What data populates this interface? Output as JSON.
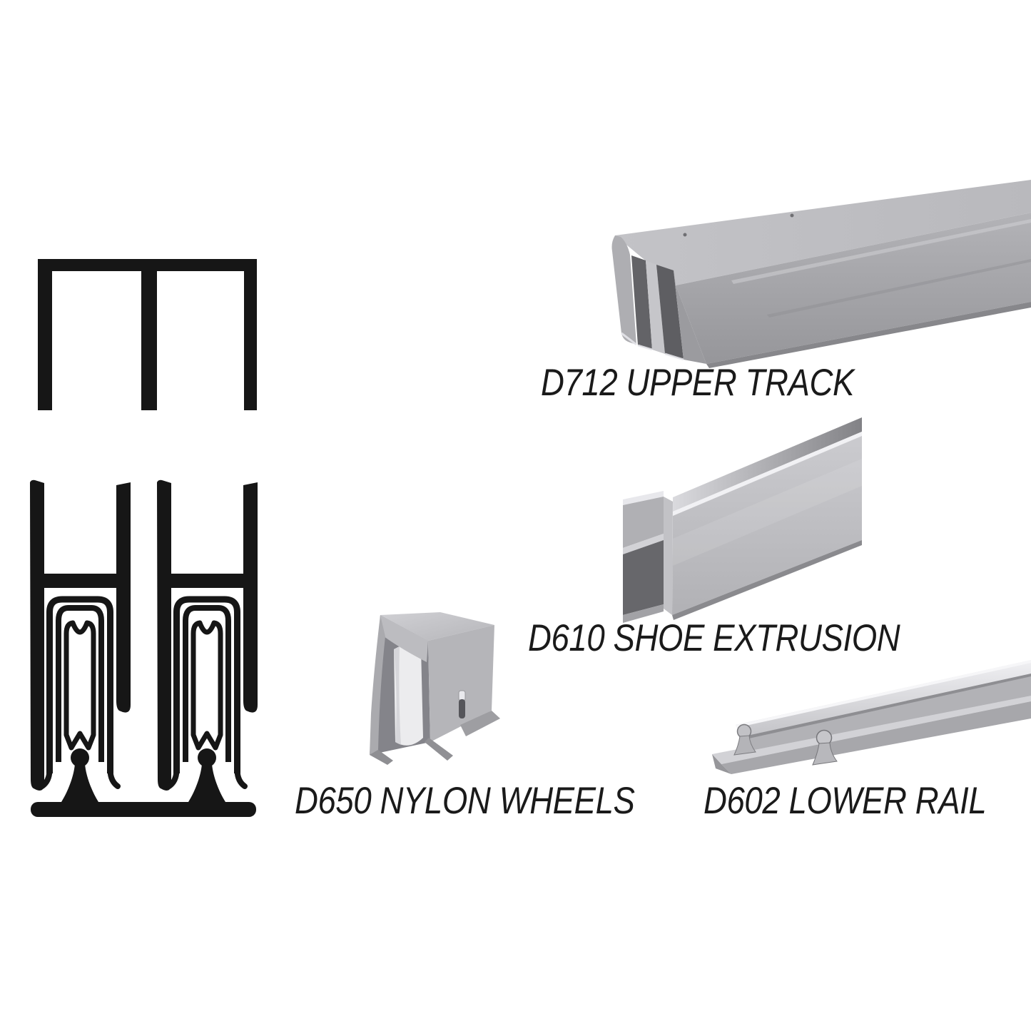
{
  "image": {
    "kind": "catalog-parts-figure",
    "background": "#ffffff"
  },
  "parts": [
    {
      "code": "D712",
      "label": "D712 UPPER TRACK"
    },
    {
      "code": "D610",
      "label": "D610 SHOE EXTRUSION"
    },
    {
      "code": "D650",
      "label": "D650 NYLON WHEELS"
    },
    {
      "code": "D602",
      "label": "D602 LOWER RAIL"
    }
  ],
  "figures": [
    {
      "name": "upper-track-cross-section-diagram",
      "style": "black line art"
    },
    {
      "name": "shoes-wheels-lower-rail-cross-section-diagram",
      "style": "black line art"
    },
    {
      "name": "d712-upper-track-photo",
      "material": "gray aluminum double-channel extrusion"
    },
    {
      "name": "d610-shoe-extrusion-photo",
      "material": "gray aluminum h-bar extrusion"
    },
    {
      "name": "d650-nylon-wheels-photo",
      "material": "gray housing with white nylon wheel"
    },
    {
      "name": "d602-lower-rail-photo",
      "material": "gray aluminum double-ridge rail"
    }
  ],
  "colors": {
    "ink": "#161616",
    "background": "#ffffff",
    "aluminum_highlight": "#f0f0f3",
    "aluminum_light": "#c9c9cd",
    "aluminum_mid": "#a9a9ad",
    "aluminum_dark": "#8a8a8e",
    "aluminum_shadow": "#636367",
    "nylon_wheel": "#ececee"
  }
}
